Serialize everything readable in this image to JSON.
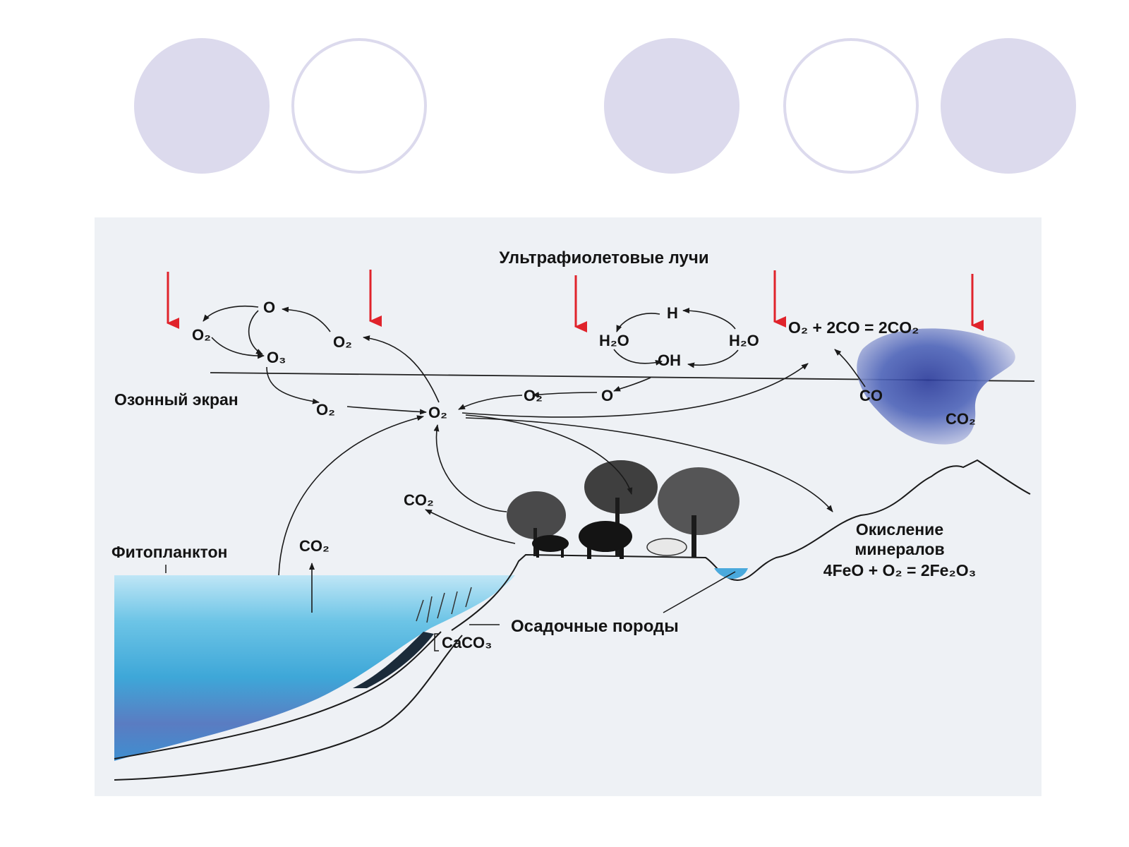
{
  "slide": {
    "background_color": "#ffffff",
    "circle_color": "#dcdaed",
    "decor_circles": [
      {
        "style": "filled"
      },
      {
        "style": "outline"
      },
      {
        "style": "filled"
      },
      {
        "style": "outline"
      },
      {
        "style": "filled"
      }
    ]
  },
  "diagram": {
    "panel_color": "#eef1f5",
    "uv_arrow_color": "#e0232b",
    "labels": {
      "uv_rays": "Ультрафиолетовые лучи",
      "ozone_screen": "Озонный экран",
      "phytoplankton": "Фитопланктон",
      "sedimentary_rocks": "Осадочные породы",
      "mineral_oxidation_line1": "Окисление",
      "mineral_oxidation_line2": "минералов",
      "oxidation_equation": "4FeO + O₂ = 2Fe₂O₃",
      "co_equation": "O₂ + 2CO = 2CO₂",
      "o_top": "O",
      "o2_left": "O₂",
      "o3": "O₃",
      "o2_upper_mid": "O₂",
      "o2_below_ozone": "O₂",
      "o2_center": "O₂",
      "h": "H",
      "h2o_left": "H₂O",
      "h2o_right": "H₂O",
      "oh": "OH",
      "o2_mid_right": "O₂",
      "o_mid_right": "O",
      "co": "CO",
      "co2_cloud": "CO₂",
      "co2_land": "CO₂",
      "co2_water": "CO₂",
      "caco3": "CaCO₃"
    }
  }
}
